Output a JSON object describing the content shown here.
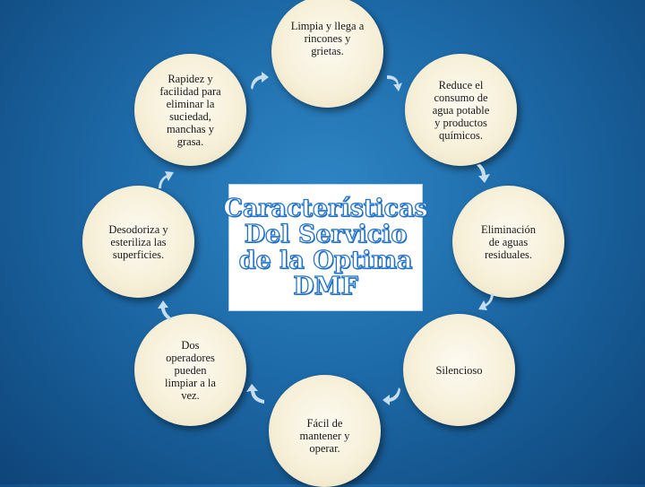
{
  "center": {
    "title": "Características\nDel Servicio\nde la Optima\nDMF"
  },
  "nodes": [
    {
      "id": "limpia",
      "text": "Limpia y llega a\nrincones y\ngrietas."
    },
    {
      "id": "reduce",
      "text": "Reduce el\nconsumo de\nagua potable\ny productos\nquímicos."
    },
    {
      "id": "eliminacion",
      "text": "Eliminación\nde aguas\nresiduales."
    },
    {
      "id": "silencioso",
      "text": "Silencioso"
    },
    {
      "id": "facil",
      "text": "Fácil de\nmantener y\noperar."
    },
    {
      "id": "dos",
      "text": "Dos\noperadores\npueden\nlimpiar a la\nvez."
    },
    {
      "id": "desodoriza",
      "text": "Desodoriza y\nesteriliza las\nsuperficies."
    },
    {
      "id": "rapidez",
      "text": "Rapidez y\nfacilidad para\neliminar la\nsuciedad,\nmanchas y\ngrasa."
    }
  ],
  "colors": {
    "arrow": "#c6dcef",
    "title_stroke": "#1e6fc7"
  }
}
